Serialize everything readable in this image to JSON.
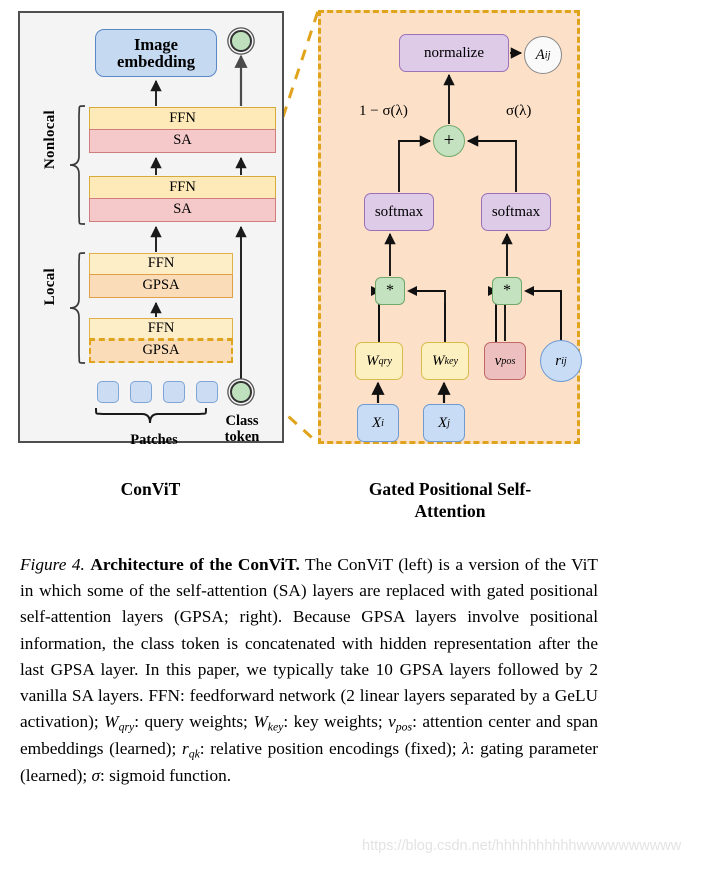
{
  "figure": {
    "left_panel": {
      "title": "ConViT",
      "image_embedding_label": "Image embedding",
      "group_labels": {
        "nonlocal": "Nonlocal",
        "local": "Local"
      },
      "blocks": [
        {
          "id": "nonlocal-2-ffn",
          "label": "FFN",
          "color": "#fdeab8"
        },
        {
          "id": "nonlocal-2-sa",
          "label": "SA",
          "color": "#f5c9c9"
        },
        {
          "id": "nonlocal-1-ffn",
          "label": "FFN",
          "color": "#fdeab8"
        },
        {
          "id": "nonlocal-1-sa",
          "label": "SA",
          "color": "#f5c9c9"
        },
        {
          "id": "local-2-ffn",
          "label": "FFN",
          "color": "#fdeec8"
        },
        {
          "id": "local-2-gpsa",
          "label": "GPSA",
          "color": "#fbdcb9"
        },
        {
          "id": "local-1-ffn",
          "label": "FFN",
          "color": "#fdeec8"
        },
        {
          "id": "local-1-gpsa",
          "label": "GPSA",
          "color": "#fbdcb9"
        }
      ],
      "patches_label": "Patches",
      "class_token_label": "Class token",
      "patch_count": 4
    },
    "right_panel": {
      "title": "Gated Positional Self-Attention",
      "nodes": [
        {
          "id": "normalize",
          "label": "normalize",
          "shape": "rounded-rect",
          "color": "#ddcbe8"
        },
        {
          "id": "a-ij",
          "label": "A_ij",
          "shape": "circle",
          "color": "#fafafa"
        },
        {
          "id": "plus",
          "label": "+",
          "shape": "circle",
          "color": "#c5e2c0"
        },
        {
          "id": "softmax-left",
          "label": "softmax",
          "shape": "rounded-rect",
          "color": "#ddcbe8"
        },
        {
          "id": "softmax-right",
          "label": "softmax",
          "shape": "rounded-rect",
          "color": "#ddcbe8"
        },
        {
          "id": "mult-left",
          "label": "*",
          "shape": "rounded-rect",
          "color": "#c5e2c0"
        },
        {
          "id": "mult-right",
          "label": "*",
          "shape": "rounded-rect",
          "color": "#c5e2c0"
        },
        {
          "id": "w-qry",
          "label": "W_qry",
          "shape": "rounded-rect",
          "color": "#fdf0c0"
        },
        {
          "id": "w-key",
          "label": "W_key",
          "shape": "rounded-rect",
          "color": "#fdf0c0"
        },
        {
          "id": "v-pos",
          "label": "v_pos",
          "shape": "rounded-rect",
          "color": "#edbfbf"
        },
        {
          "id": "r-ij",
          "label": "r_ij",
          "shape": "circle",
          "color": "#c8dcf5"
        },
        {
          "id": "x-i",
          "label": "X_i",
          "shape": "rounded-rect",
          "color": "#c8dcf5"
        },
        {
          "id": "x-j",
          "label": "X_j",
          "shape": "rounded-rect",
          "color": "#c8dcf5"
        }
      ],
      "gate_label_left": "1 − σ(λ)",
      "gate_label_right": "σ(λ)"
    },
    "colors": {
      "panel_background": "#f4f4f4",
      "highlight_panel_background": "#fce1c8",
      "highlight_border": "#e0a31c",
      "ffn": "#fdeab8",
      "sa": "#f5c9c9",
      "gpsa": "#fbdcb9",
      "patch": "#ccdcf2",
      "class_token": "#bfe0bd",
      "purple": "#ddcbe8",
      "green": "#c5e2c0"
    },
    "caption": {
      "figure_number": "Figure 4.",
      "bold_title": "Architecture of the ConViT.",
      "body_part_1": " The ConViT (left) is a version of the ViT in which some of the self-attention (SA) layers are replaced with gated positional self-attention layers (GPSA; right). Because GPSA layers involve positional information, the class token is concatenated with hidden representation after the last GPSA layer. In this paper, we typically take 10 GPSA layers followed by 2 vanilla SA layers. FFN: feedforward network (2 linear layers separated by a GeLU activation); ",
      "math_wqry": "W_qry",
      "body_part_2": ": query weights; ",
      "math_wkey": "W_key",
      "body_part_3": ": key weights; ",
      "math_vpos": "v_pos",
      "body_part_4": ": attention center and span embeddings (learned); ",
      "math_rqk": "r_qk",
      "body_part_5": ": relative position encodings (fixed); ",
      "math_lambda": "λ",
      "body_part_6": ": gating parameter (learned); ",
      "math_sigma": "σ",
      "body_part_7": ": sigmoid function."
    },
    "watermark": "https://blog.csdn.net/hhhhhhhhhhwwwwwwwwww"
  }
}
